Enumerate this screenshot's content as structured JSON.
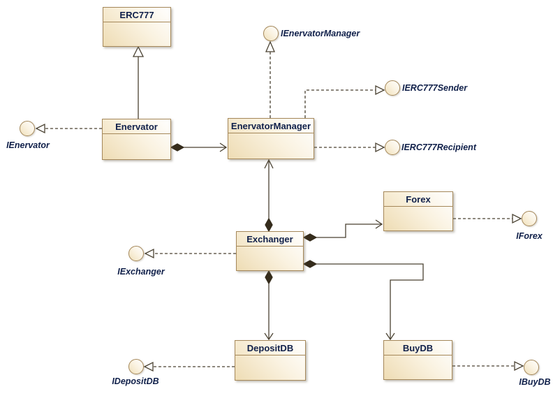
{
  "diagram_type": "uml-class-diagram",
  "classes": {
    "erc777": {
      "name": "ERC777"
    },
    "enervator": {
      "name": "Enervator"
    },
    "enervator_manager": {
      "name": "EnervatorManager"
    },
    "exchanger": {
      "name": "Exchanger"
    },
    "forex": {
      "name": "Forex"
    },
    "depositdb": {
      "name": "DepositDB"
    },
    "buydb": {
      "name": "BuyDB"
    }
  },
  "interfaces": {
    "ienervator": {
      "label": "IEnervator"
    },
    "ienervator_manager": {
      "label": "IEnervatorManager"
    },
    "ierc777sender": {
      "label": "IERC777Sender"
    },
    "ierc777recipient": {
      "label": "IERC777Recipient"
    },
    "iforex": {
      "label": "IForex"
    },
    "iexchanger": {
      "label": "IExchanger"
    },
    "idepositdb": {
      "label": "IDepositDB"
    },
    "ibuydb": {
      "label": "IBuyDB"
    }
  },
  "relations": [
    {
      "from": "Enervator",
      "to": "ERC777",
      "type": "generalization"
    },
    {
      "from": "Enervator",
      "to": "IEnervator",
      "type": "realization"
    },
    {
      "from": "Enervator",
      "to": "EnervatorManager",
      "type": "composition"
    },
    {
      "from": "EnervatorManager",
      "to": "IEnervatorManager",
      "type": "realization"
    },
    {
      "from": "EnervatorManager",
      "to": "IERC777Sender",
      "type": "realization"
    },
    {
      "from": "EnervatorManager",
      "to": "IERC777Recipient",
      "type": "realization"
    },
    {
      "from": "Exchanger",
      "to": "EnervatorManager",
      "type": "composition"
    },
    {
      "from": "Exchanger",
      "to": "Forex",
      "type": "composition"
    },
    {
      "from": "Exchanger",
      "to": "BuyDB",
      "type": "composition"
    },
    {
      "from": "Exchanger",
      "to": "DepositDB",
      "type": "composition"
    },
    {
      "from": "Exchanger",
      "to": "IExchanger",
      "type": "realization"
    },
    {
      "from": "Forex",
      "to": "IForex",
      "type": "realization"
    },
    {
      "from": "DepositDB",
      "to": "IDepositDB",
      "type": "realization"
    },
    {
      "from": "BuyDB",
      "to": "IBuyDB",
      "type": "realization"
    }
  ],
  "colors": {
    "background": "#FFFFFF",
    "node_fill_light": "#FFFFFF",
    "node_fill_dark": "#EEDCB4",
    "node_border": "#A5885A",
    "edge_line": "#4A4232",
    "diamond_fill": "#352C1C",
    "text": "#10204A"
  }
}
